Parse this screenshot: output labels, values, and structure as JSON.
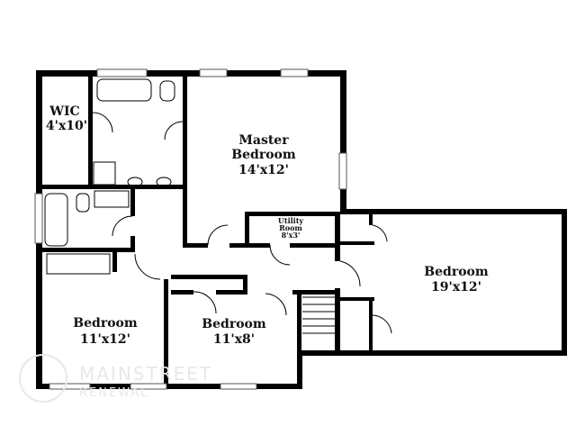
{
  "rooms": {
    "wic": {
      "name": "WIC",
      "size": "4'x10'"
    },
    "master": {
      "name_line1": "Master",
      "name_line2": "Bedroom",
      "size": "14'x12'"
    },
    "utility": {
      "name_line1": "Utility",
      "name_line2": "Room",
      "size": "8'x3'"
    },
    "bedroom_east": {
      "name": "Bedroom",
      "size": "19'x12'"
    },
    "bedroom_sw": {
      "name": "Bedroom",
      "size": "11'x12'"
    },
    "bedroom_s": {
      "name": "Bedroom",
      "size": "11'x8'"
    }
  },
  "watermark": {
    "line1": "MAINSTREET",
    "line2": "RENEWAL"
  },
  "colors": {
    "wall": "#000000",
    "window": "#ffffff",
    "watermark": "#e8e8e8"
  }
}
